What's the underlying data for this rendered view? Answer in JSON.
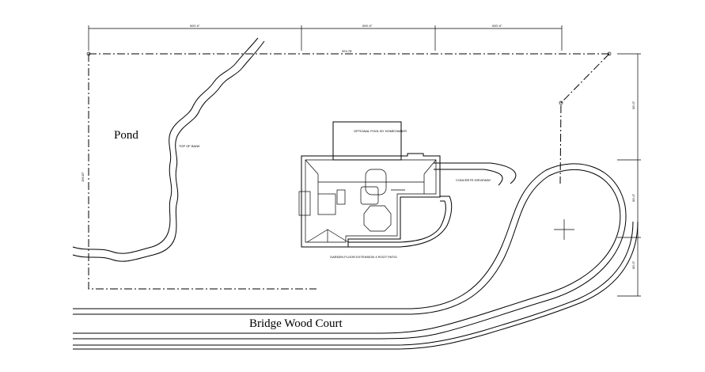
{
  "labels": {
    "pond": "Pond",
    "street": "Bridge Wood Court"
  },
  "annotations": {
    "dim_top_overall": "324.78'",
    "dim_left_overall": "156.87'",
    "dim_top_seg_1": "000'-0\"",
    "dim_top_seg_2": "000'-0\"",
    "dim_top_seg_3": "000'-0\"",
    "dim_right_seg_1": "00'-0\"",
    "dim_right_seg_2": "00'-0\"",
    "dim_right_seg_3": "00'-0\"",
    "top_of_bank": "TOP OF BANK",
    "optional_pool": "OPTIONAL POOL BY HOMEOWNER",
    "concrete_driveway": "CONCRETE DRIVEWAY",
    "house_caption": "GARDEN FLOOR EXTENSION 4 ROOT PATIO"
  }
}
